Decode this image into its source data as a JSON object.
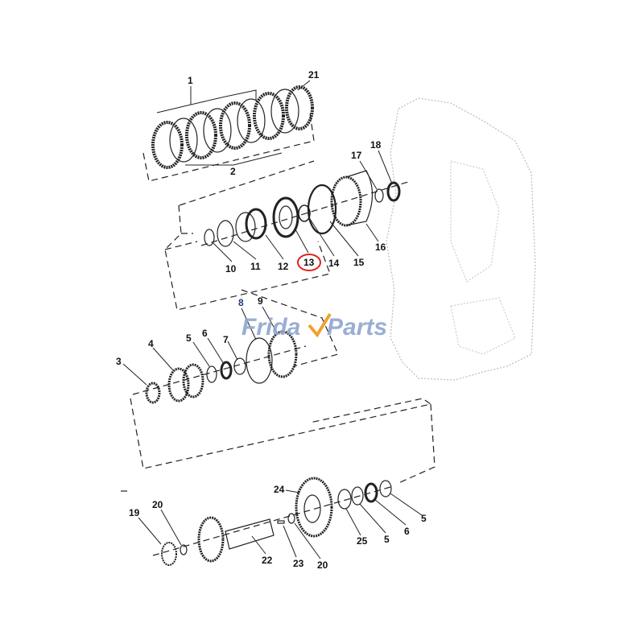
{
  "diagram": {
    "callouts": [
      {
        "id": "1",
        "label": "1"
      },
      {
        "id": "21",
        "label": "21"
      },
      {
        "id": "2",
        "label": "2"
      },
      {
        "id": "17",
        "label": "17"
      },
      {
        "id": "18",
        "label": "18"
      },
      {
        "id": "16",
        "label": "16"
      },
      {
        "id": "15",
        "label": "15"
      },
      {
        "id": "14",
        "label": "14"
      },
      {
        "id": "13",
        "label": "13"
      },
      {
        "id": "12",
        "label": "12"
      },
      {
        "id": "11",
        "label": "11"
      },
      {
        "id": "10",
        "label": "10"
      },
      {
        "id": "8",
        "label": "8"
      },
      {
        "id": "9",
        "label": "9"
      },
      {
        "id": "4",
        "label": "4"
      },
      {
        "id": "5a",
        "label": "5"
      },
      {
        "id": "6a",
        "label": "6"
      },
      {
        "id": "7",
        "label": "7"
      },
      {
        "id": "3",
        "label": "3"
      },
      {
        "id": "24",
        "label": "24"
      },
      {
        "id": "19",
        "label": "19"
      },
      {
        "id": "20a",
        "label": "20"
      },
      {
        "id": "22",
        "label": "22"
      },
      {
        "id": "23",
        "label": "23"
      },
      {
        "id": "20b",
        "label": "20"
      },
      {
        "id": "25",
        "label": "25"
      },
      {
        "id": "5b",
        "label": "5"
      },
      {
        "id": "6b",
        "label": "6"
      },
      {
        "id": "5c",
        "label": "5"
      }
    ],
    "highlighted_callout": "13",
    "highlight_color": "#e02020",
    "line_color": "#222222"
  },
  "watermark": {
    "text_left": "Frida",
    "text_right": "Parts",
    "brand_color": "#8ea6cf",
    "accent_color": "#f0a030"
  }
}
